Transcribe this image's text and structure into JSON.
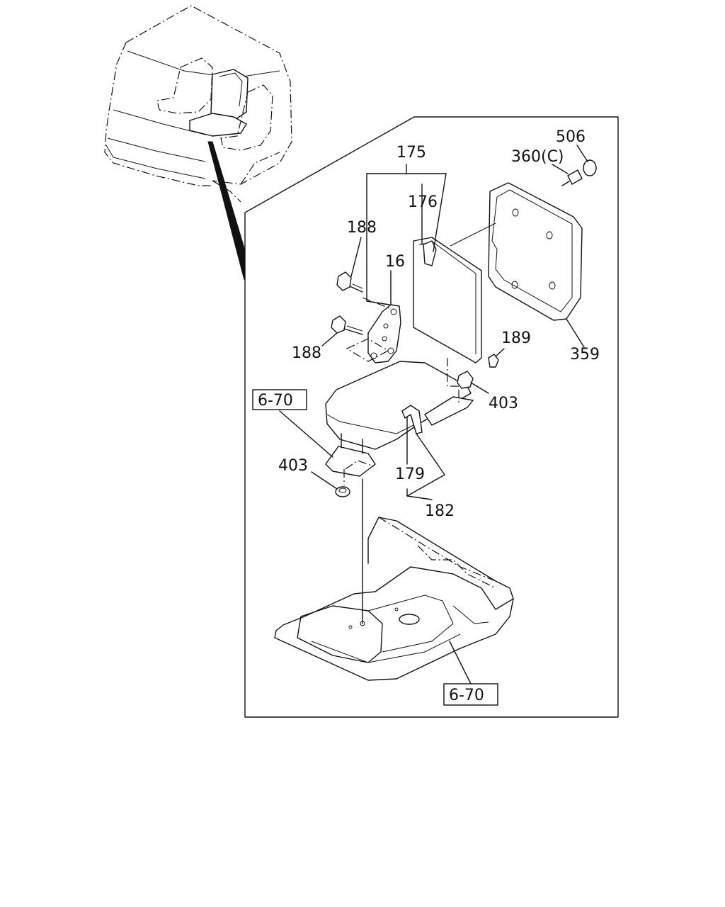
{
  "labels": {
    "p175": "175",
    "p176": "176",
    "p188_upper": "188",
    "p188_lower": "188",
    "p16": "16",
    "p506": "506",
    "p360c": "360(C)",
    "p359": "359",
    "p189": "189",
    "p403_right": "403",
    "p403_left": "403",
    "p179": "179",
    "p182": "182"
  },
  "references": {
    "ref_upper": "6-70",
    "ref_lower": "6-70"
  }
}
